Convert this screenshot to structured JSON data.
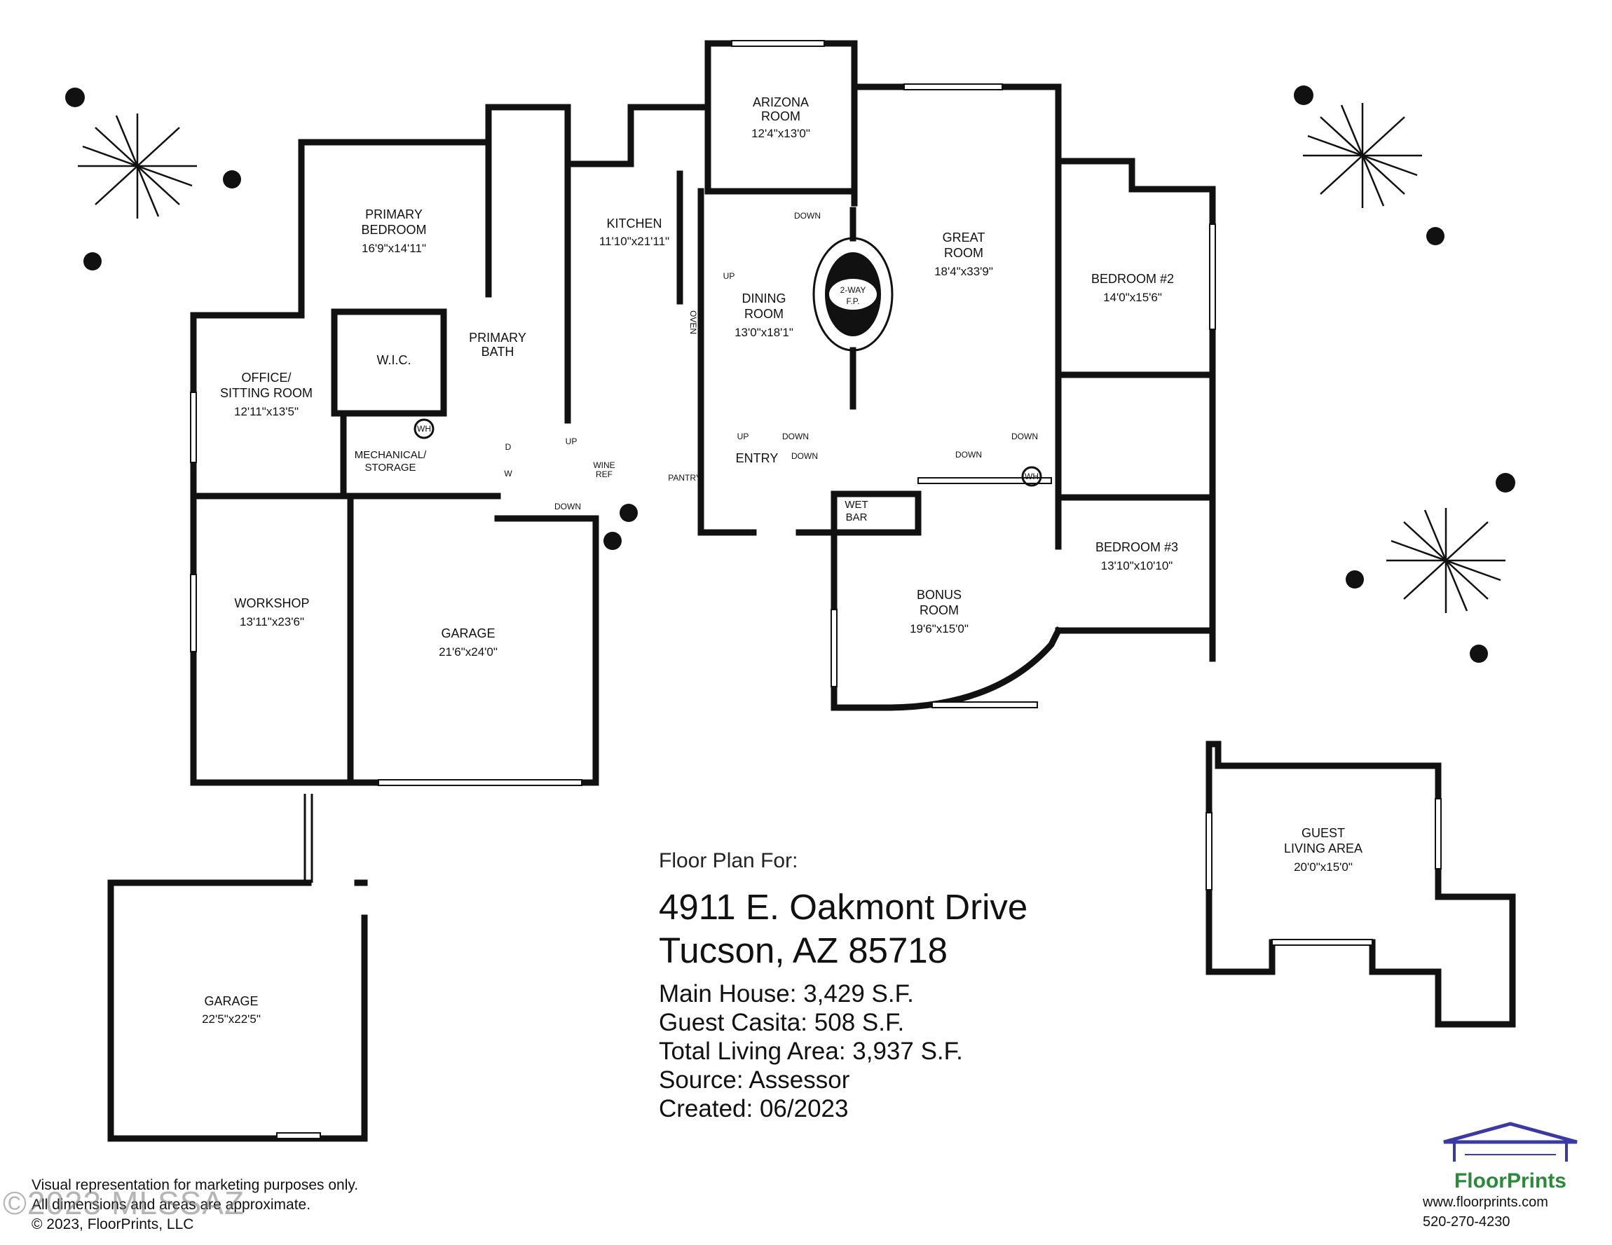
{
  "rooms": {
    "arizona": {
      "name1": "ARIZONA",
      "name2": "ROOM",
      "dim": "12'4\"x13'0\""
    },
    "primary_bedroom": {
      "name1": "PRIMARY",
      "name2": "BEDROOM",
      "dim": "16'9\"x14'11\""
    },
    "kitchen": {
      "name1": "KITCHEN",
      "dim": "11'10\"x21'11\""
    },
    "great_room": {
      "name1": "GREAT",
      "name2": "ROOM",
      "dim": "18'4\"x33'9\""
    },
    "bedroom2": {
      "name1": "BEDROOM #2",
      "dim": "14'0\"x15'6\""
    },
    "dining": {
      "name1": "DINING",
      "name2": "ROOM",
      "dim": "13'0\"x18'1\""
    },
    "fireplace": {
      "name1": "2-WAY",
      "name2": "F.P."
    },
    "primary_bath": {
      "name1": "PRIMARY",
      "name2": "BATH"
    },
    "wic": {
      "name1": "W.I.C."
    },
    "office": {
      "name1": "OFFICE/",
      "name2": "SITTING ROOM",
      "dim": "12'11\"x13'5\""
    },
    "mechanical": {
      "name1": "MECHANICAL/",
      "name2": "STORAGE"
    },
    "entry": {
      "name1": "ENTRY"
    },
    "pantry": {
      "name1": "PANTRY"
    },
    "wine": {
      "name1": "WINE",
      "name2": "REF"
    },
    "wet_bar": {
      "name1": "WET",
      "name2": "BAR"
    },
    "bedroom3": {
      "name1": "BEDROOM #3",
      "dim": "13'10\"x10'10\""
    },
    "bonus": {
      "name1": "BONUS",
      "name2": "ROOM",
      "dim": "19'6\"x15'0\""
    },
    "workshop": {
      "name1": "WORKSHOP",
      "dim": "13'11\"x23'6\""
    },
    "garage": {
      "name1": "GARAGE",
      "dim": "21'6\"x24'0\""
    },
    "garage2": {
      "name1": "GARAGE",
      "dim": "22'5\"x22'5\""
    },
    "guest": {
      "name1": "GUEST",
      "name2": "LIVING AREA",
      "dim": "20'0\"x15'0\""
    }
  },
  "tags": {
    "down": "DOWN",
    "up": "UP",
    "oven": "OVEN",
    "wh": "WH",
    "d": "D",
    "w": "W"
  },
  "title_block": {
    "heading": "Floor Plan For:",
    "address1": "4911 E. Oakmont Drive",
    "address2": "Tucson, AZ  85718",
    "main_house": "Main House:  3,429 S.F.",
    "guest_casita": "Guest Casita:  508 S.F.",
    "total_living": "Total Living Area:  3,937 S.F.",
    "source": "Source:  Assessor",
    "created": "Created:  06/2023"
  },
  "disclaimer": {
    "line1": "Visual representation for marketing purposes only.",
    "line2": "All dimensions and areas are approximate.",
    "line3": "© 2023, FloorPrints, LLC"
  },
  "watermark": "©2023 MLSSAZ",
  "brand": {
    "name": "FloorPrints",
    "website": "www.floorprints.com",
    "phone": "520-270-4230",
    "logo_color": "#3a3aa0",
    "accent_color": "#2a8a3a"
  }
}
